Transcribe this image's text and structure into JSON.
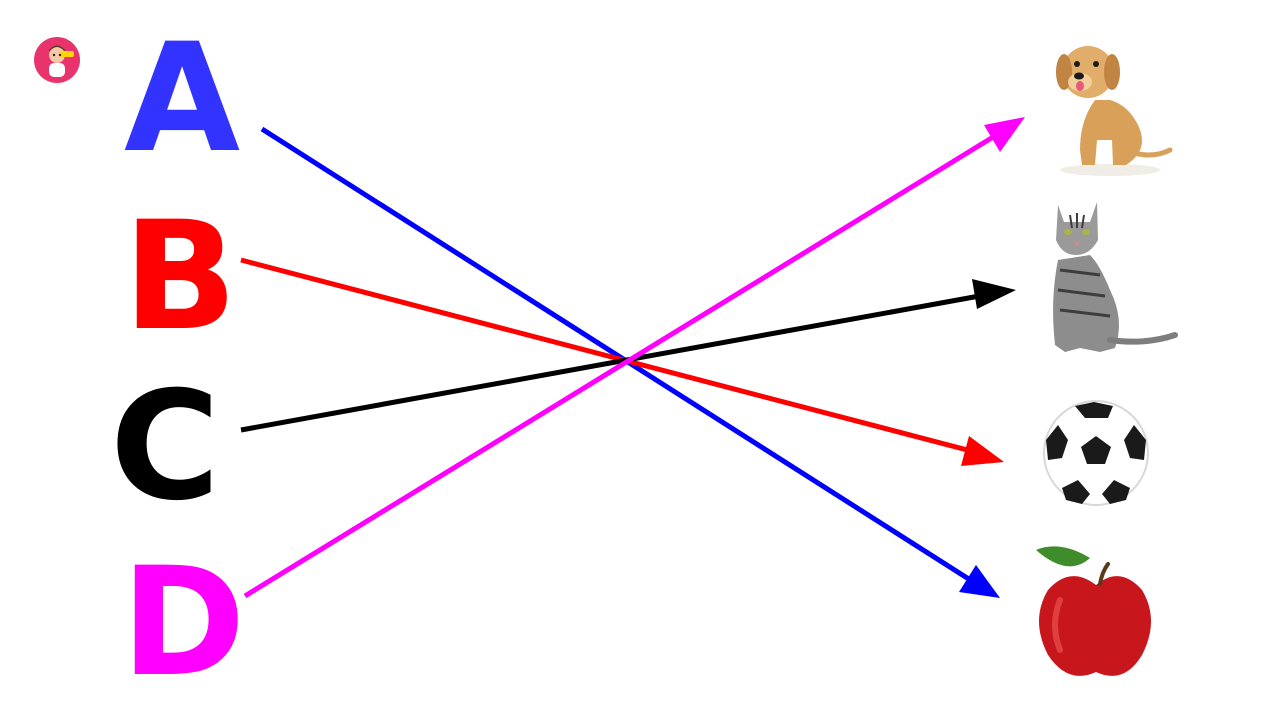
{
  "letters": [
    {
      "key": "A",
      "label": "A",
      "color": "#3333ff"
    },
    {
      "key": "B",
      "label": "B",
      "color": "#ff0000"
    },
    {
      "key": "C",
      "label": "C",
      "color": "#000000"
    },
    {
      "key": "D",
      "label": "D",
      "color": "#ff00ff"
    }
  ],
  "pictures": [
    {
      "key": "dog",
      "icon": "dog-icon"
    },
    {
      "key": "cat",
      "icon": "cat-icon"
    },
    {
      "key": "ball",
      "icon": "soccer-ball-icon"
    },
    {
      "key": "apple",
      "icon": "apple-icon"
    }
  ],
  "connections": [
    {
      "from": "A",
      "to": "apple",
      "color": "#0000ff"
    },
    {
      "from": "B",
      "to": "ball",
      "color": "#ff0000"
    },
    {
      "from": "C",
      "to": "cat",
      "color": "#000000"
    },
    {
      "from": "D",
      "to": "dog",
      "color": "#ff00ff"
    }
  ],
  "logo": {
    "icon": "channel-logo-icon",
    "color": "#e8336d"
  }
}
